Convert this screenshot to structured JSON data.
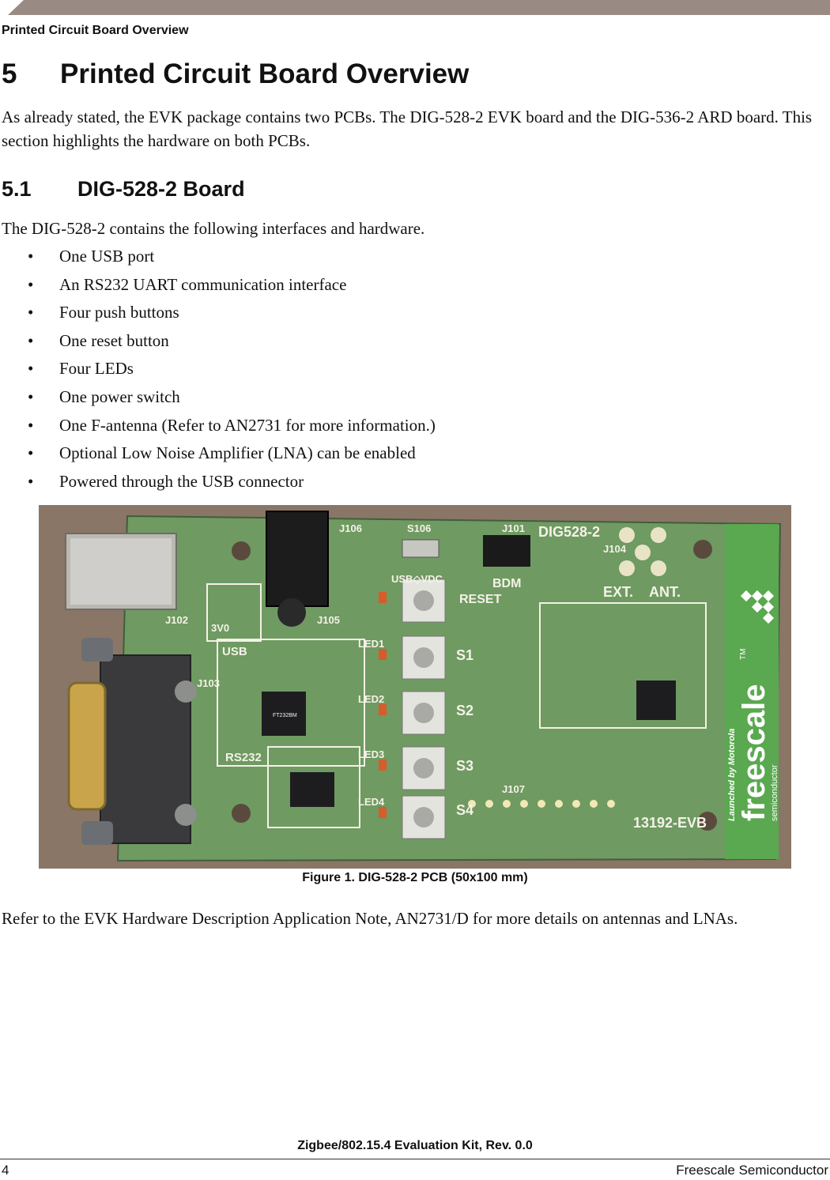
{
  "header": {
    "running_head": "Printed Circuit Board Overview",
    "bar_color": "#9a8a84"
  },
  "section": {
    "number": "5",
    "title": "Printed Circuit Board Overview",
    "intro": "As already stated, the EVK package contains two PCBs. The DIG-528-2 EVK board and the DIG-536-2 ARD board. This section highlights the hardware on both PCBs."
  },
  "subsection": {
    "number": "5.1",
    "title": "DIG-528-2 Board",
    "list_intro": "The DIG-528-2 contains the following interfaces and hardware.",
    "bullet": "•",
    "items": [
      "One USB port",
      "An RS232 UART communication interface",
      "Four push buttons",
      "One reset button",
      "Four LEDs",
      "One power switch",
      "One F-antenna (Refer to AN2731 for more information.)",
      "Optional Low Noise Amplifier (LNA) can be enabled",
      "Powered through the USB connector"
    ]
  },
  "figure": {
    "caption": "Figure 1. DIG-528-2 PCB (50x100 mm)",
    "board_labels": {
      "j106": "J106",
      "s106": "S106",
      "j101": "J101",
      "board_id": "DIG528-2",
      "usb_vdc": "USB◇VDC",
      "bdm": "BDM",
      "reset": "RESET",
      "j104": "J104",
      "ext": "EXT.",
      "ant": "ANT.",
      "j102": "J102",
      "j105": "J105",
      "v3": "3V0",
      "usb": "USB",
      "j103": "J103",
      "rs232": "RS232",
      "led1": "LED1",
      "led2": "LED2",
      "led3": "LED3",
      "led4": "LED4",
      "s1": "S1",
      "s2": "S2",
      "s3": "S3",
      "s4": "S4",
      "j107": "J107",
      "evb": "13192-EVB",
      "brand": "freescale",
      "brand_tm": "TM",
      "brand_sub": "semiconductor",
      "brand_tag": "Launched by Motorola",
      "chip": "FT232BM"
    },
    "colors": {
      "background": "#8a7666",
      "board": "#6f9a62",
      "silk": "#f4f2e6",
      "brand_strip": "#5aa84f"
    }
  },
  "body": {
    "refer": "Refer to the EVK Hardware Description Application Note, AN2731/D for more details on antennas and LNAs."
  },
  "footer": {
    "doc_title": "Zigbee/802.15.4 Evaluation Kit, Rev. 0.0",
    "page_number": "4",
    "company": "Freescale Semiconductor"
  }
}
